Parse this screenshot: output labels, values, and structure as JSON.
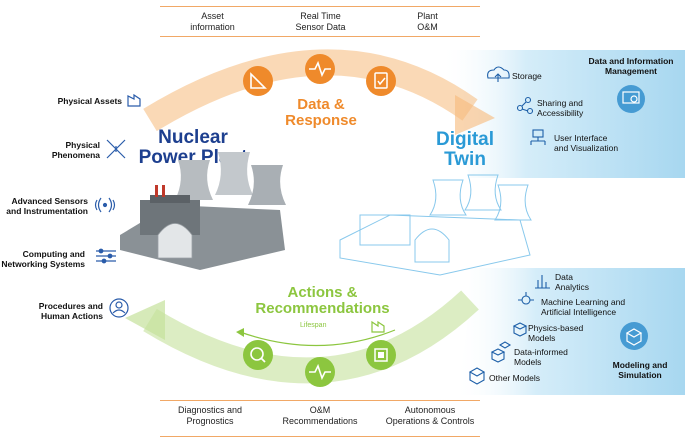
{
  "top_headers": [
    "Asset\ninformation",
    "Real Time\nSensor Data",
    "Plant\nO&M"
  ],
  "bottom_headers": [
    "Diagnostics and\nPrognostics",
    "O&M\nRecommendations",
    "Autonomous\nOperations & Controls"
  ],
  "left_labels": [
    "Physical Assets",
    "Physical\nPhenomena",
    "Advanced Sensors\nand Instrumentation",
    "Computing and\nNetworking Systems",
    "Procedures and\nHuman Actions"
  ],
  "center": {
    "nuclear_title": "Nuclear\nPower Plant",
    "twin_title": "Digital\nTwin",
    "data_response": "Data &\nResponse",
    "actions_recommendations": "Actions &\nRecommendations",
    "lifespan": "Lifespan"
  },
  "right_top": {
    "heading": "Data and Information\nManagement",
    "items": [
      "Storage",
      "Sharing and\nAccessibility",
      "User Interface\nand Visualization"
    ]
  },
  "right_bottom": {
    "heading": "Modeling and\nSimulation",
    "items": [
      "Data\nAnalytics",
      "Machine Learning and\nArtificial Intelligence",
      "Physics-based\nModels",
      "Data-informed\nModels",
      "Other Models"
    ]
  },
  "colors": {
    "orange": "#ef8a2b",
    "green": "#8cc63f",
    "navy": "#1d3f8f",
    "blue": "#2a9ad6",
    "panel": "#bfe3f5"
  }
}
